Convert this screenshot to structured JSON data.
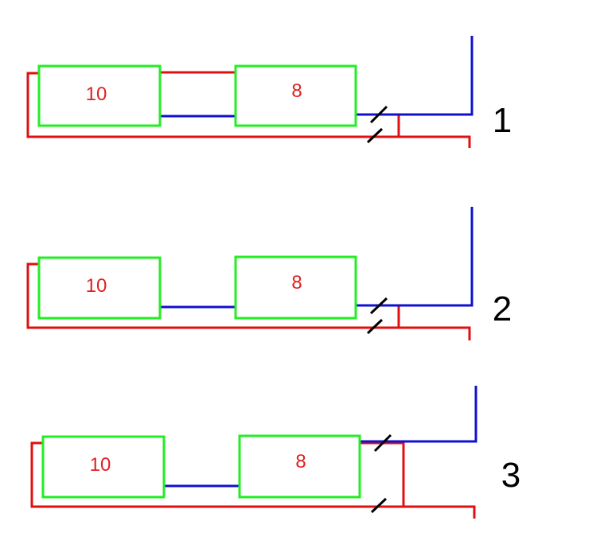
{
  "colors": {
    "box_outline": "#22ee22",
    "box_text": "#e02020",
    "supply": "#e01010",
    "return": "#1010d0",
    "valve": "#000000",
    "number": "#000000",
    "background": "#ffffff"
  },
  "schemes": [
    {
      "number": "1",
      "radiators": [
        {
          "label": "10"
        },
        {
          "label": "8"
        }
      ]
    },
    {
      "number": "2",
      "radiators": [
        {
          "label": "10"
        },
        {
          "label": "8"
        }
      ]
    },
    {
      "number": "3",
      "radiators": [
        {
          "label": "10"
        },
        {
          "label": "8"
        }
      ]
    }
  ]
}
